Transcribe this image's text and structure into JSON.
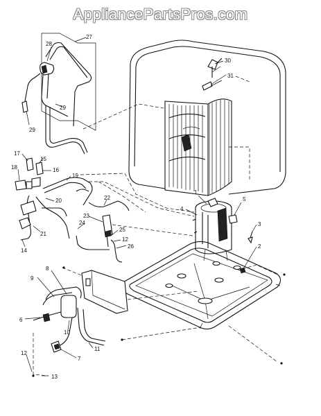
{
  "watermark": "AppliancePartsPros.com",
  "callouts": [
    "27",
    "28",
    "29",
    "29",
    "30",
    "31",
    "17",
    "15",
    "16",
    "18",
    "19",
    "20",
    "22",
    "23",
    "24",
    "25",
    "12",
    "26",
    "21",
    "14",
    "1",
    "4",
    "5",
    "3",
    "2",
    "8",
    "9",
    "6",
    "10",
    "11",
    "7",
    "12",
    "13"
  ]
}
